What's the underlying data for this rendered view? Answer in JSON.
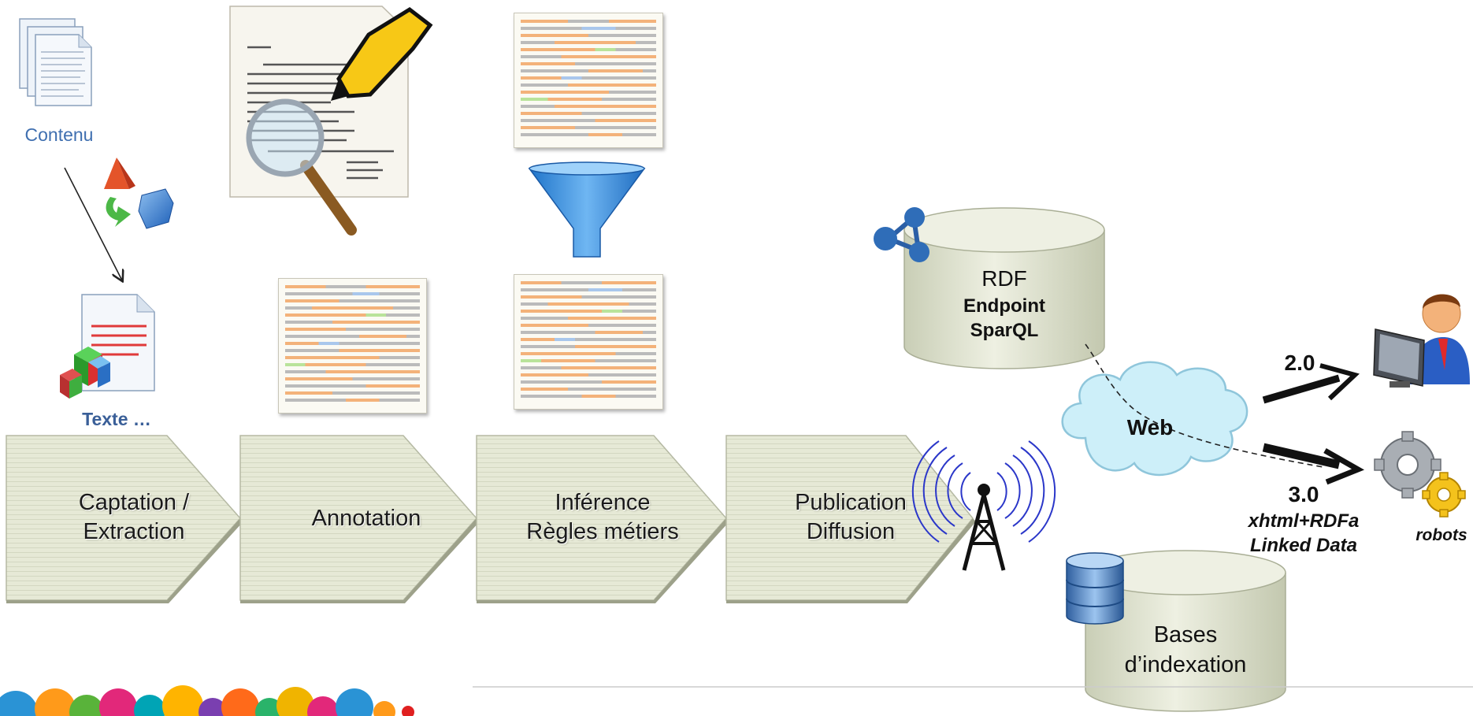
{
  "inputs": {
    "contenu_label": "Contenu",
    "texte_label": "Texte …"
  },
  "pipeline": {
    "stages": [
      {
        "line1": "Captation /",
        "line2": "Extraction"
      },
      {
        "line1": "Annotation",
        "line2": ""
      },
      {
        "line1": "Inférence",
        "line2": "Règles métiers"
      },
      {
        "line1": "Publication",
        "line2": "Diffusion"
      }
    ]
  },
  "outputs": {
    "rdf_line1": "RDF",
    "rdf_line2": "Endpoint",
    "rdf_line3": "SparQL",
    "web_label": "Web",
    "bases_line1": "Bases",
    "bases_line2": "d’indexation",
    "humans_version": "2.0",
    "robots_version": "3.0",
    "robots_format1": "xhtml+RDFa",
    "robots_format2": "Linked Data",
    "robots_label": "robots"
  },
  "colors": {
    "arrow_fill": "#e4e7d3",
    "cylinder_fill": "#dfe3cf",
    "cloud_fill": "#cfeff8",
    "highlight_orange": "#f3b27a",
    "highlight_blue": "#a9c7ec",
    "highlight_green": "#b9e39a"
  }
}
